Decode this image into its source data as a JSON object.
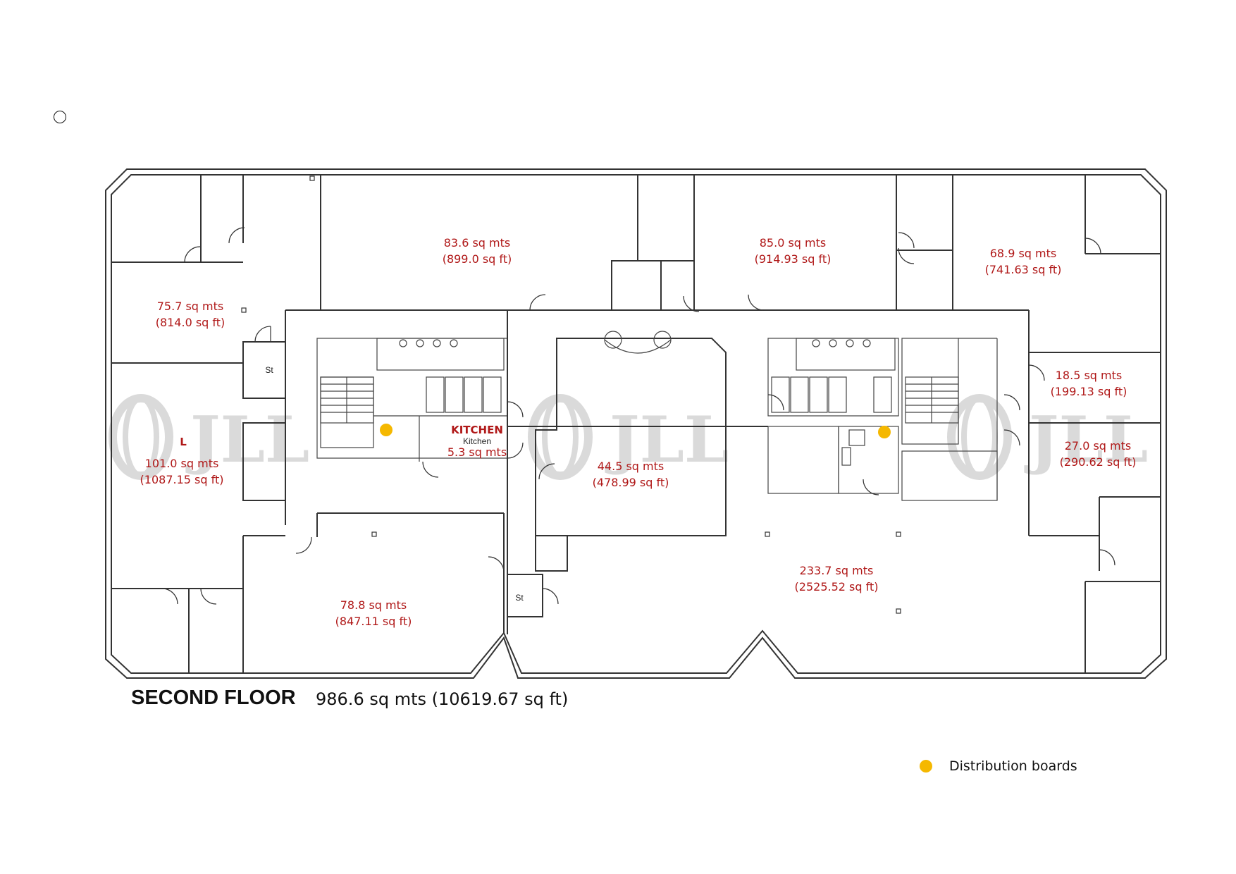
{
  "floor": {
    "title": "SECOND FLOOR",
    "area": "986.6 sq mts   (10619.67 sq ft)"
  },
  "legend": {
    "label": "Distribution boards",
    "color": "#f5b800"
  },
  "watermark": "JLL",
  "rooms": [
    {
      "id": "r1",
      "sqm": "83.6 sq mts",
      "sqft": "(899.0 sq ft)"
    },
    {
      "id": "r2",
      "sqm": "85.0 sq mts",
      "sqft": "(914.93 sq ft)"
    },
    {
      "id": "r3",
      "sqm": "68.9 sq mts",
      "sqft": "(741.63 sq ft)"
    },
    {
      "id": "r4",
      "sqm": "75.7 sq mts",
      "sqft": "(814.0 sq ft)"
    },
    {
      "id": "r5",
      "sqm": "18.5 sq mts",
      "sqft": "(199.13 sq ft)"
    },
    {
      "id": "r6",
      "sqm": "101.0 sq mts",
      "sqft": "(1087.15 sq ft)"
    },
    {
      "id": "r7",
      "sqm": "44.5 sq mts",
      "sqft": "(478.99 sq ft)"
    },
    {
      "id": "r8",
      "sqm": "27.0 sq mts",
      "sqft": "(290.62 sq ft)"
    },
    {
      "id": "r9",
      "sqm": "233.7 sq mts",
      "sqft": "(2525.52 sq ft)"
    },
    {
      "id": "r10",
      "sqm": "78.8 sq mts",
      "sqft": "(847.11 sq ft)"
    }
  ],
  "kitchen": {
    "title": "KITCHEN",
    "subtitle": "Kitchen",
    "sqm": "5.3 sq mts"
  },
  "l_label": "L",
  "store_label": "St",
  "colors": {
    "label_red": "#b01818",
    "board_yellow": "#f5b800"
  }
}
